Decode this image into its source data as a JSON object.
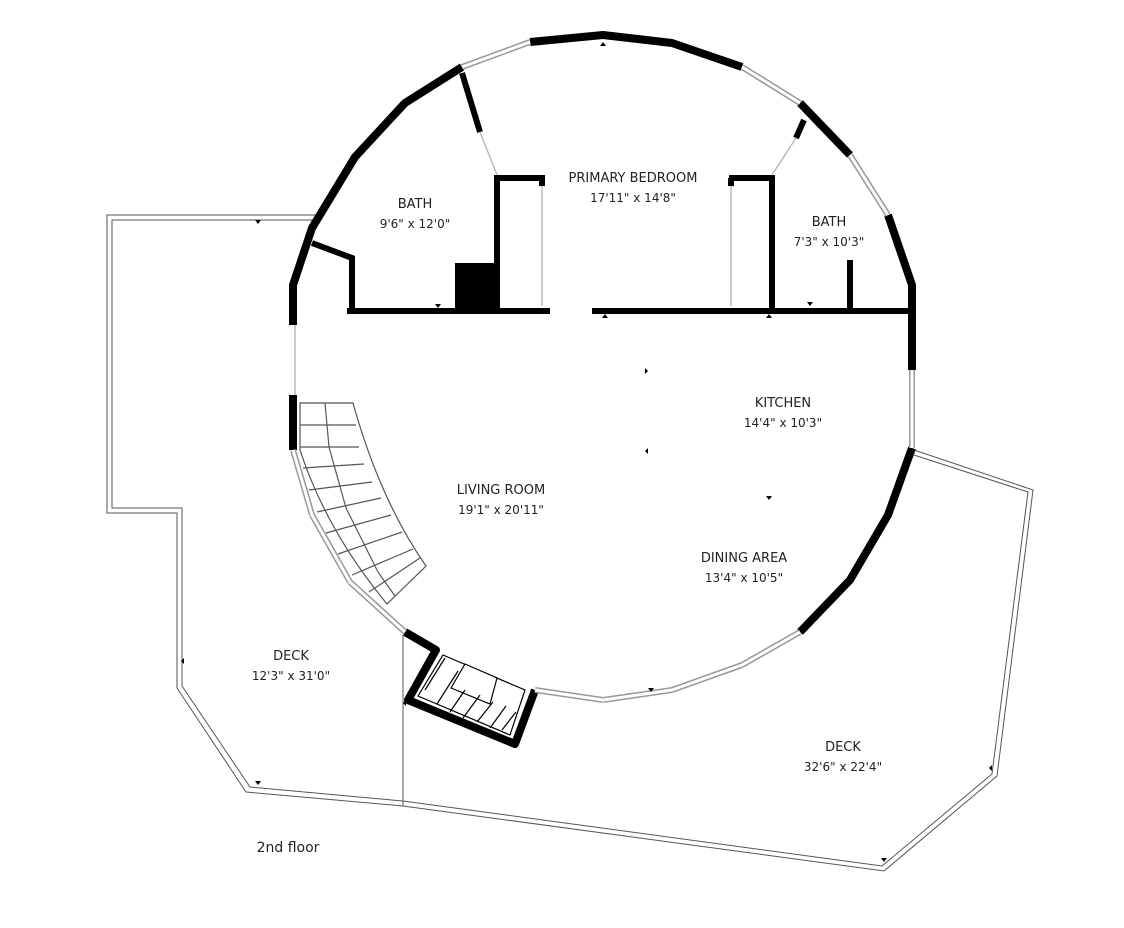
{
  "floor_label": "2nd floor",
  "rooms": [
    {
      "id": "primary-bedroom",
      "name": "PRIMARY BEDROOM",
      "dims": "17'11\" x 14'8\""
    },
    {
      "id": "bath-left",
      "name": "BATH",
      "dims": "9'6\" x 12'0\""
    },
    {
      "id": "bath-right",
      "name": "BATH",
      "dims": "7'3\" x 10'3\""
    },
    {
      "id": "kitchen",
      "name": "KITCHEN",
      "dims": "14'4\" x 10'3\""
    },
    {
      "id": "living-room",
      "name": "LIVING ROOM",
      "dims": "19'1\" x 20'11\""
    },
    {
      "id": "dining-area",
      "name": "DINING AREA",
      "dims": "13'4\" x 10'5\""
    },
    {
      "id": "deck-left",
      "name": "DECK",
      "dims": "12'3\" x 31'0\""
    },
    {
      "id": "deck-right",
      "name": "DECK",
      "dims": "32'6\" x 22'4\""
    }
  ],
  "colors": {
    "wall": "#000000",
    "background": "#ffffff",
    "text": "#222222",
    "window": "#aaaaaa"
  }
}
